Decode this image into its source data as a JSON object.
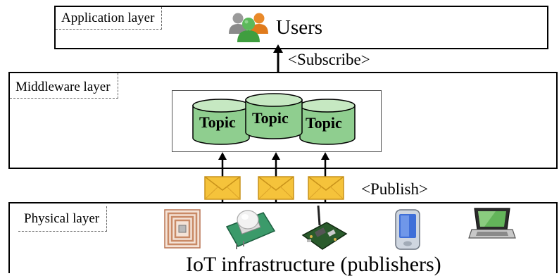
{
  "layers": {
    "application": {
      "label": "Application layer"
    },
    "middleware": {
      "label": "Middleware layer"
    },
    "physical": {
      "label": "Physical layer"
    }
  },
  "users": {
    "label": "Users",
    "icon": "users-group-icon"
  },
  "subscribe": {
    "label": "<Subscribe>"
  },
  "publish": {
    "label": "<Publish>"
  },
  "topics": [
    {
      "label": "Topic"
    },
    {
      "label": "Topic"
    },
    {
      "label": "Topic"
    }
  ],
  "devices": [
    {
      "icon": "rfid-tag-icon"
    },
    {
      "icon": "motion-sensor-icon"
    },
    {
      "icon": "circuit-board-icon"
    },
    {
      "icon": "pda-device-icon"
    },
    {
      "icon": "laptop-icon"
    }
  ],
  "infrastructure": {
    "label": "IoT infrastructure (publishers)"
  },
  "colors": {
    "topic_fill": "#8fce8f",
    "topic_top": "#c6e8c2",
    "envelope": "#f5c33b",
    "envelope_dark": "#c8921a"
  }
}
